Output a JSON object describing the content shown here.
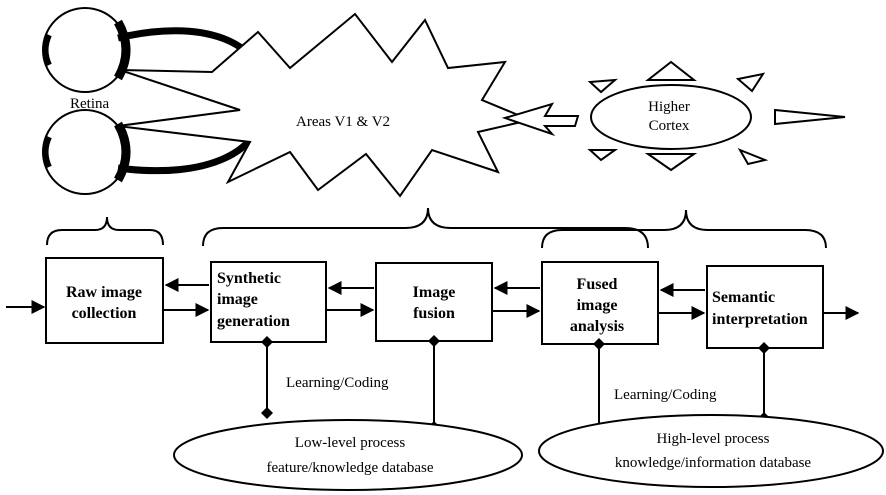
{
  "labels": {
    "retina": "Retina",
    "areas": "Areas V1 & V2",
    "higher_line1": "Higher",
    "higher_line2": "Cortex",
    "learning_left": "Learning/Coding",
    "learning_right": "Learning/Coding"
  },
  "blocks": [
    {
      "key": "raw",
      "lines": [
        "Raw image",
        "collection"
      ]
    },
    {
      "key": "synthetic",
      "lines": [
        "Synthetic",
        "image",
        "generation"
      ]
    },
    {
      "key": "fusion",
      "lines": [
        "Image",
        "fusion"
      ]
    },
    {
      "key": "analysis",
      "lines": [
        "Fused",
        "image",
        "analysis"
      ]
    },
    {
      "key": "semantic",
      "lines": [
        "Semantic",
        "interpretation"
      ]
    }
  ],
  "databases": [
    {
      "key": "low",
      "lines": [
        "Low-level process",
        "feature/knowledge database"
      ]
    },
    {
      "key": "high",
      "lines": [
        "High-level process",
        "knowledge/information database"
      ]
    }
  ]
}
